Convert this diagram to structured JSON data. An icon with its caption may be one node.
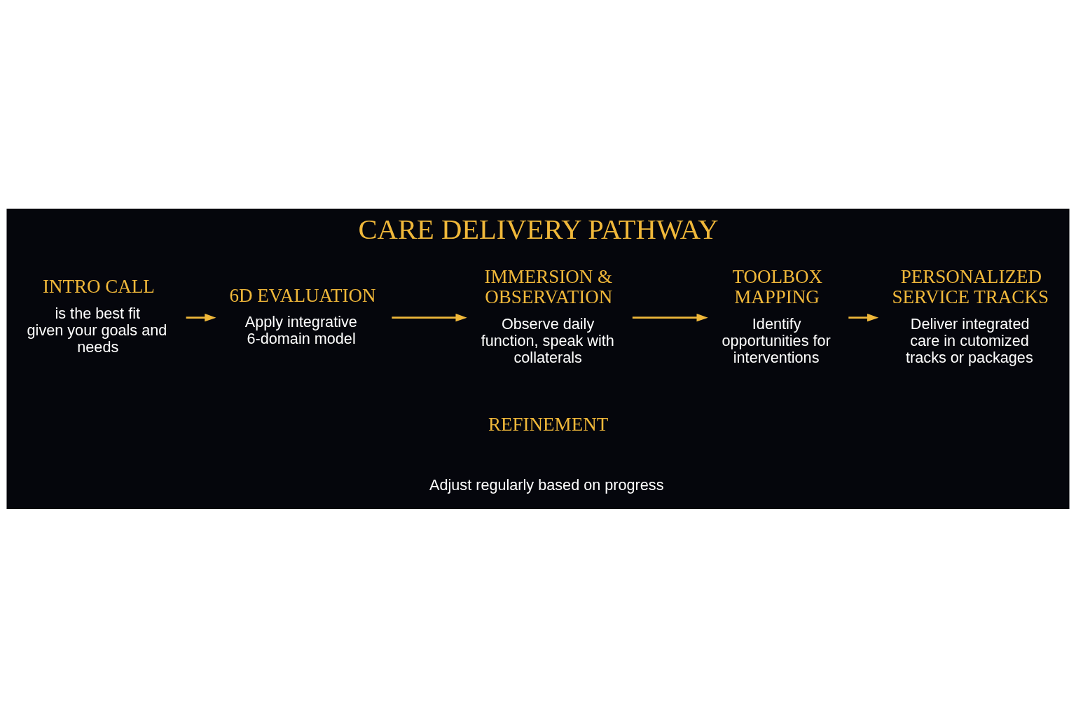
{
  "diagram": {
    "title": "CARE DELIVERY PATHWAY",
    "nodes": [
      {
        "text": [
          "INTRO CALL",
          "is the best fit given your goals and needs"
        ]
      },
      {
        "text": [
          "6D EVALUATION",
          "Apply integrative 6-domain model"
        ]
      },
      {
        "text": [
          "IMMERSION & OBSERVATION",
          "Observe daily function, speak with collaterals"
        ]
      },
      {
        "text": [
          "TOOLBOX MAPPING",
          "Identify opportunities for interventions"
        ]
      },
      {
        "text": [
          "PERSONALIZED SERVICE TRACKS",
          "Deliver integrated care in cutomized tracks or packages"
        ]
      }
    ],
    "edges": [
      {
        "from": 0,
        "to": 1,
        "arrow": "to"
      },
      {
        "from": 1,
        "to": 2,
        "arrow": "to"
      },
      {
        "from": 2,
        "to": 3,
        "arrow": "to"
      },
      {
        "from": 3,
        "to": 4,
        "arrow": "to"
      }
    ],
    "labels": [
      "REFINEMENT",
      "Adjust regularly based on progress"
    ]
  }
}
